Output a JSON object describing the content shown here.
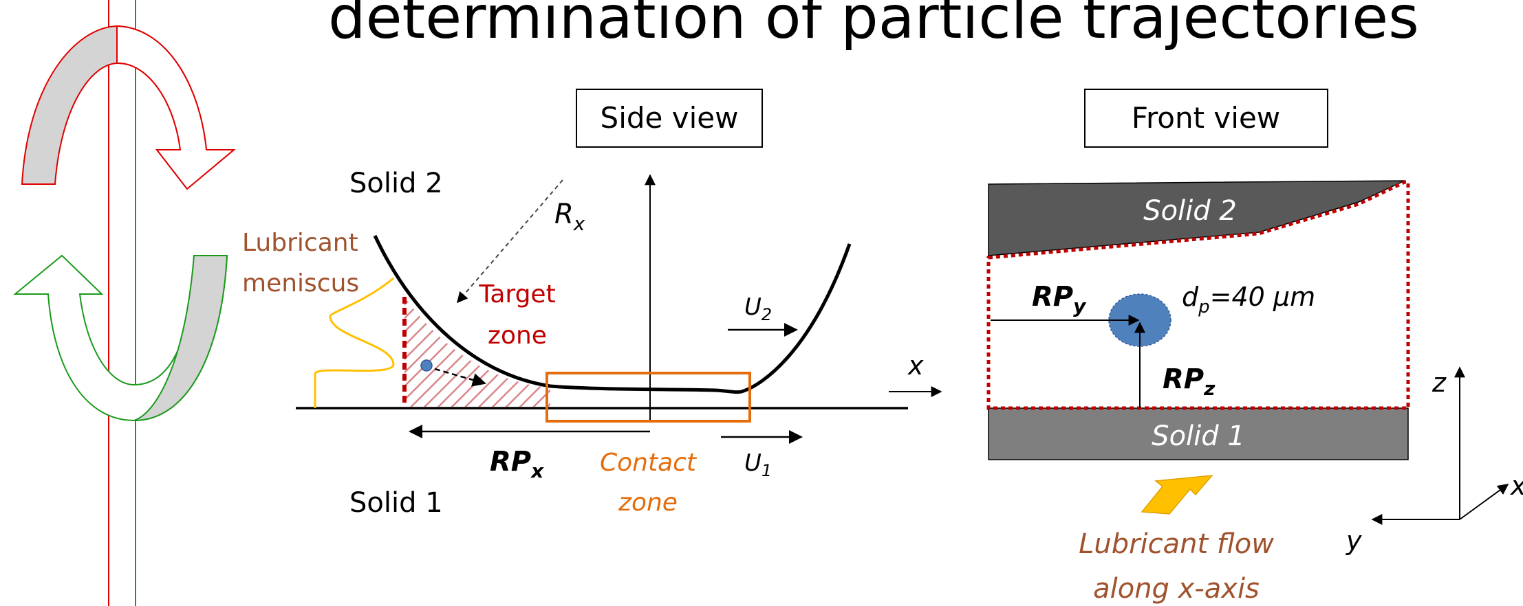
{
  "title": "determination of particle trajectories",
  "side_view": {
    "label": "Side view",
    "solid2": "Solid 2",
    "solid1": "Solid 1",
    "rx": "R",
    "rx_sub": "x",
    "lubricant_line1": "Lubricant",
    "lubricant_line2": "meniscus",
    "target_line1": "Target",
    "target_line2": "zone",
    "x_axis": "x",
    "u2": "U",
    "u2_sub": "2",
    "u1": "U",
    "u1_sub": "1",
    "rpx": "RP",
    "rpx_sub": "x",
    "contact_line1": "Contact",
    "contact_line2": "zone"
  },
  "front_view": {
    "label": "Front view",
    "solid2": "Solid 2",
    "solid1": "Solid 1",
    "rpy": "RP",
    "rpy_sub": "y",
    "rpz": "RP",
    "rpz_sub": "z",
    "dp": "d",
    "dp_sub": "p",
    "dp_value": "=40 µm",
    "flow_line1": "Lubricant flow",
    "flow_line2": "along x-axis",
    "axis_z": "z",
    "axis_y": "y",
    "axis_x": "x"
  },
  "colors": {
    "lubricant_text": "#a0522d",
    "target_text": "#c00000",
    "contact": "#e46c0a",
    "meniscus": "#ffc000",
    "particle": "#4f81bd",
    "solid_dark": "#595959",
    "solid_mid": "#7f7f7f",
    "rotate_red": "#e00000",
    "rotate_green": "#1a9a1a"
  }
}
